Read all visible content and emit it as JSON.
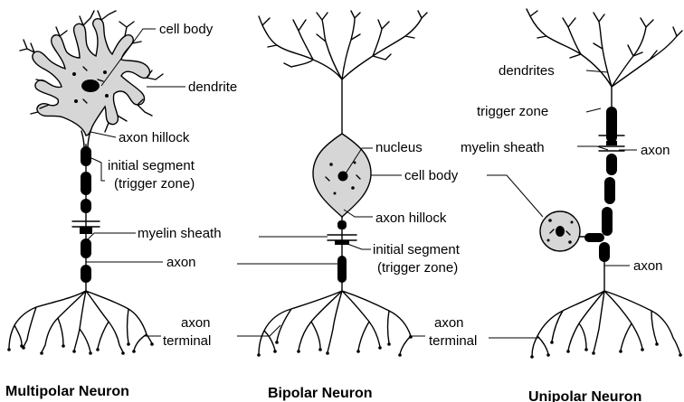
{
  "multipolar": {
    "title": "Multipolar Neuron",
    "labels": {
      "cell_body": "cell body",
      "dendrite": "dendrite",
      "axon_hillock": "axon hillock",
      "initial_segment_1": "initial segment",
      "initial_segment_2": "(trigger zone)",
      "myelin_sheath": "myelin sheath",
      "axon": "axon",
      "axon_terminal_1": "axon",
      "axon_terminal_2": "terminal"
    }
  },
  "bipolar": {
    "title": "Bipolar Neuron",
    "labels": {
      "nucleus": "nucleus",
      "cell_body": "cell body",
      "axon_hillock": "axon hillock",
      "initial_segment_1": "initial segment",
      "initial_segment_2": "(trigger zone)",
      "axon_terminal_1": "axon",
      "axon_terminal_2": "terminal"
    }
  },
  "unipolar": {
    "title": "Unipolar Neuron",
    "labels": {
      "dendrites": "dendrites",
      "trigger_zone": "trigger zone",
      "myelin_sheath": "myelin sheath",
      "axon_upper": "axon",
      "axon_lower": "axon"
    }
  },
  "colors": {
    "line": "#000000",
    "cell_fill": "#d6d6d6",
    "background": "#ffffff"
  }
}
